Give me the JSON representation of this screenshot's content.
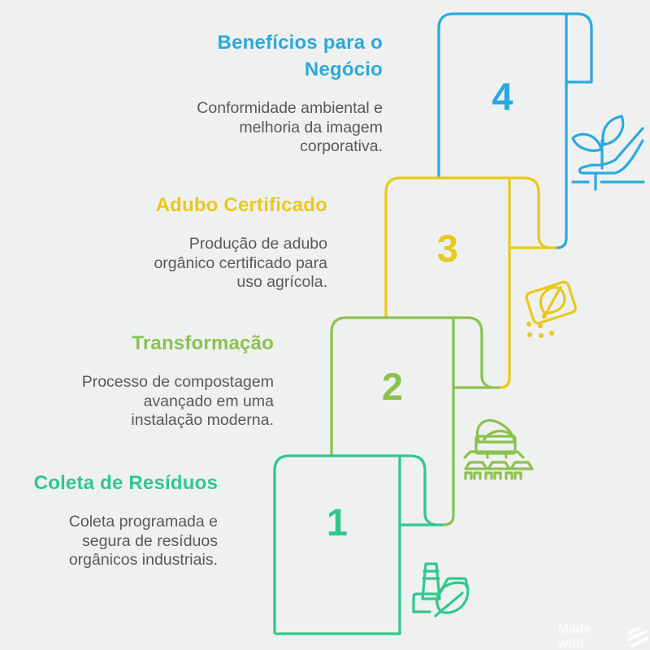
{
  "canvas": {
    "background": "#EFF1F0",
    "body_text_color": "#58595B"
  },
  "watermark": {
    "label": "Made with",
    "logo": "napkin-chevrons-icon"
  },
  "steps": [
    {
      "number": "1",
      "title": "Coleta de Resíduos",
      "title_lines": [
        "Coleta de Resíduos"
      ],
      "description": "Coleta programada e segura de resíduos orgânicos industriais.",
      "description_lines": [
        "Coleta programada e",
        "segura de resíduos",
        "orgânicos industriais."
      ],
      "color": "#31C88C",
      "icon": "factory-leaf-icon"
    },
    {
      "number": "2",
      "title": "Transformação",
      "title_lines": [
        "Transformação"
      ],
      "description": "Processo de compostagem avançado em uma instalação moderna.",
      "description_lines": [
        "Processo de compostagem",
        "avançado em uma",
        "instalação moderna."
      ],
      "color": "#8CC14F",
      "icon": "compost-turner-icon"
    },
    {
      "number": "3",
      "title": "Adubo Certificado",
      "title_lines": [
        "Adubo Certificado"
      ],
      "description": "Produção de adubo orgânico certificado para uso agrícola.",
      "description_lines": [
        "Produção de adubo",
        "orgânico certificado para",
        "uso agrícola."
      ],
      "color": "#E8C91C",
      "icon": "seed-bag-icon"
    },
    {
      "number": "4",
      "title": "Benefícios para o Negócio",
      "title_lines": [
        "Benefícios para o",
        "Negócio"
      ],
      "description": "Conformidade ambiental e melhoria da imagem corporativa.",
      "description_lines": [
        "Conformidade ambiental e",
        "melhoria da imagem",
        "corporativa."
      ],
      "color": "#2BA9DE",
      "icon": "sprout-hand-icon"
    }
  ]
}
